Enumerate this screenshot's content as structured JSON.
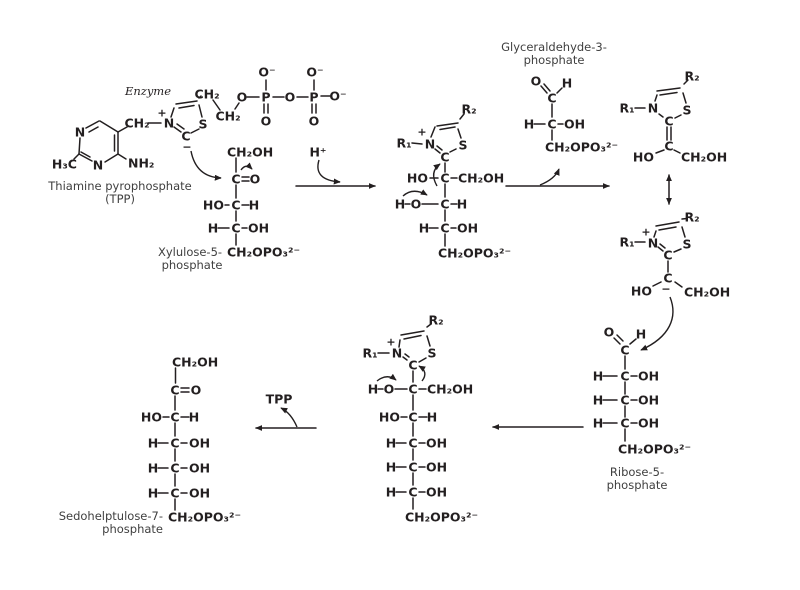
{
  "palette": {
    "background": "#ffffff",
    "ink": "#231f20",
    "molecule_label": "#3f3f3f"
  },
  "glyphs": {
    "C": "C",
    "H": "H",
    "O": "O",
    "N": "N",
    "S": "S",
    "P": "P",
    "HO": "HO",
    "OH": "OH",
    "O_minus": "O⁻",
    "CH2": "CH₂",
    "CH2OH": "CH₂OH",
    "CH2OPO3": "CH₂OPO₃²⁻",
    "NH2": "NH₂",
    "H3C": "H₃C",
    "R1": "R₁",
    "R2": "R₂",
    "plus": "+",
    "minus": "−"
  },
  "labels": {
    "enzyme": "Enzyme",
    "tpp_name_line1": "Thiamine pyrophosphate",
    "tpp_name_line2": "(TPP)",
    "xylulose_line1": "Xylulose-5-",
    "xylulose_line2": "phosphate",
    "g3p_line1": "Glyceraldehyde-3-",
    "g3p_line2": "phosphate",
    "ribose_line1": "Ribose-5-",
    "ribose_line2": "phosphate",
    "sedoheptulose_line1": "Sedohelptulose-7-",
    "sedoheptulose_line2": "phosphate",
    "h_plus": "H⁺",
    "tpp_release": "TPP"
  }
}
